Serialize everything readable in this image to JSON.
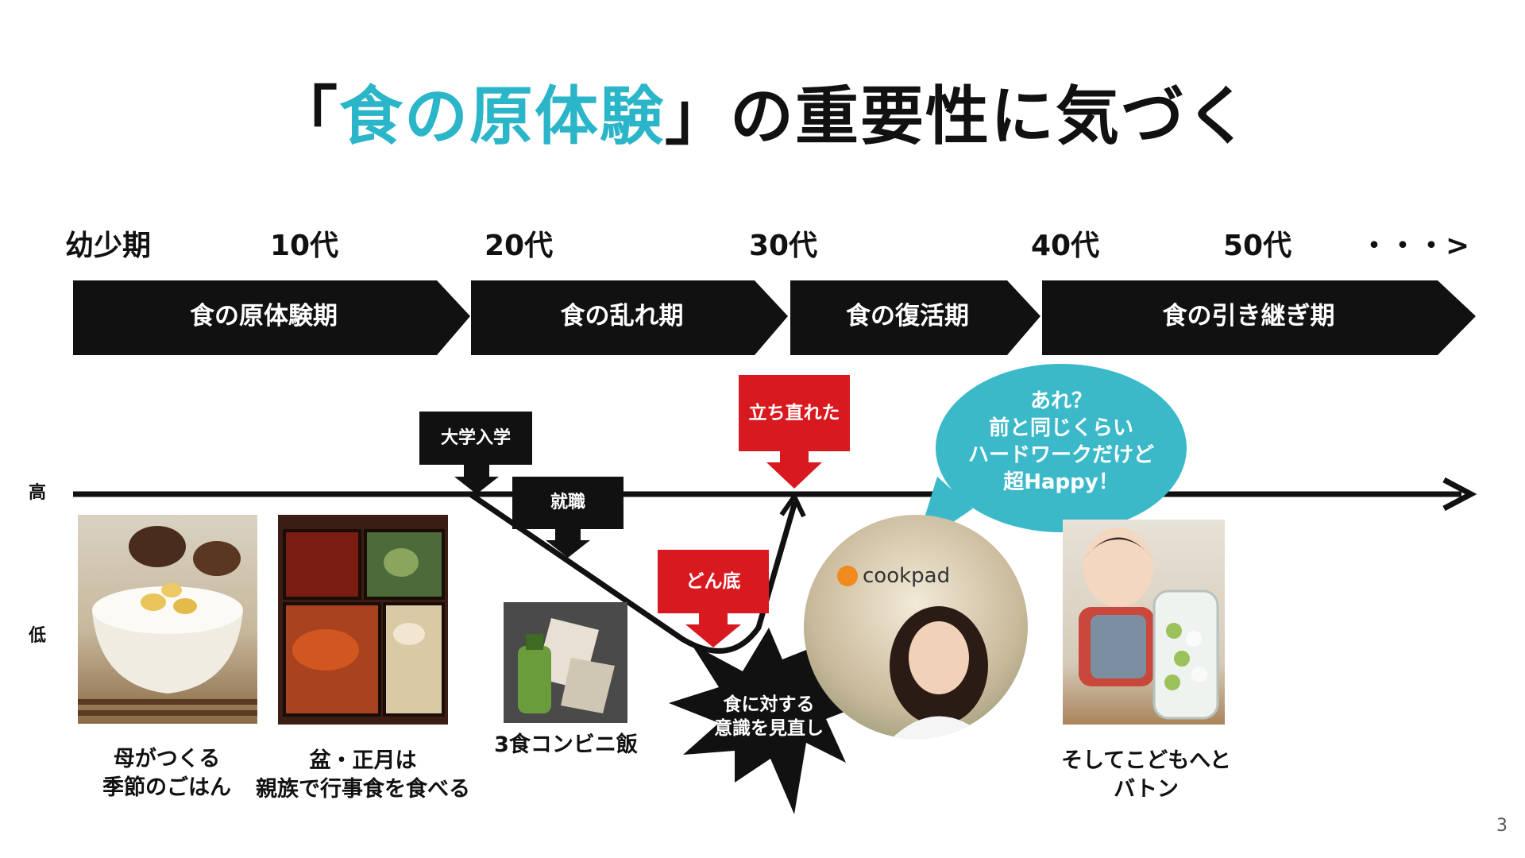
{
  "title": {
    "open_bracket": "「",
    "accent": "食の原体験",
    "close_bracket": "」",
    "rest": "の重要性に気づく",
    "accent_color": "#2bb5c8"
  },
  "ages": [
    "幼少期",
    "10代",
    "20代",
    "30代",
    "40代",
    "50代",
    "・・・>"
  ],
  "phases": [
    "食の原体験期",
    "食の乱れ期",
    "食の復活期",
    "食の引き継ぎ期"
  ],
  "axis": {
    "high": "高",
    "low": "低"
  },
  "events": {
    "university": "大学入学",
    "employment": "就職",
    "bottom": "どん底",
    "recovered": "立ち直れた"
  },
  "burst": {
    "line1": "食に対する",
    "line2": "意識を見直し"
  },
  "bubble": {
    "line1": "あれ？",
    "line2": "前と同じくらい",
    "line3": "ハードワークだけど",
    "line4": "超Happy！",
    "color": "#3bb9c9"
  },
  "captions": {
    "mother": {
      "line1": "母がつくる",
      "line2": "季節のごはん"
    },
    "newyear": {
      "line1": "盆・正月は",
      "line2": "親族で行事食を食べる"
    },
    "konbini": {
      "line1": "3食コンビニ飯"
    },
    "child": {
      "line1": "そしてこどもへと",
      "line2": "バトン"
    }
  },
  "cookpad_logo": "cookpad",
  "page_number": "3",
  "colors": {
    "red": "#d81a20",
    "black": "#111111"
  }
}
